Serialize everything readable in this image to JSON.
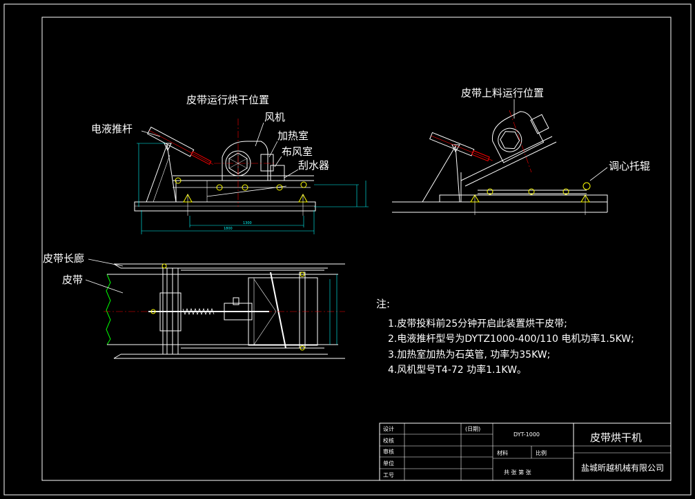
{
  "labels": {
    "view1_title": "皮带运行烘干位置",
    "view2_title": "皮带上料运行位置",
    "fan": "风机",
    "heater": "加热室",
    "air_chamber": "布风室",
    "scraper": "刮水器",
    "pusher": "电液推杆",
    "idler": "调心托辊",
    "corridor": "皮带长廊",
    "belt": "皮带"
  },
  "notes": {
    "heading": "注:",
    "items": [
      "1.皮带投料前25分钟开启此装置烘干皮带;",
      "2.电液推杆型号为DYTZ1000-400/110 电机功率1.5KW;",
      "3.加热室加热为石英管, 功率为35KW;",
      "4.风机型号T4-72 功率1.1KW。"
    ]
  },
  "title_block": {
    "rows": [
      "设计",
      "校核",
      "审核",
      "单位",
      "工号"
    ],
    "date": "(日期)",
    "model": "DYT-1000",
    "material": "材料",
    "scale": "比例",
    "sheets": "共 张 第 张",
    "drawing_name": "皮带烘干机",
    "company": "盐城昕越机械有限公司"
  },
  "dimensions": {
    "overall": "1800",
    "inner": "1300"
  },
  "colors": {
    "background": "#000000",
    "line": "#ffffff",
    "dimension": "#00ffff",
    "centerline": "#ff0000",
    "part": "#ffff00",
    "belt": "#00ff00"
  }
}
